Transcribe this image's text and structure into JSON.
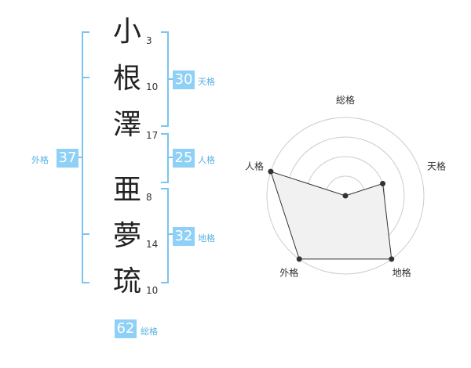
{
  "characters": [
    {
      "char": "小",
      "strokes": "3"
    },
    {
      "char": "根",
      "strokes": "10"
    },
    {
      "char": "澤",
      "strokes": "17"
    },
    {
      "char": "亜",
      "strokes": "8"
    },
    {
      "char": "夢",
      "strokes": "14"
    },
    {
      "char": "琉",
      "strokes": "10"
    }
  ],
  "fortunes": {
    "tenkaku": {
      "value": "30",
      "label": "天格"
    },
    "jinkaku": {
      "value": "25",
      "label": "人格"
    },
    "chikaku": {
      "value": "32",
      "label": "地格"
    },
    "gaikaku": {
      "value": "37",
      "label": "外格"
    },
    "soukaku": {
      "value": "62",
      "label": "総格"
    }
  },
  "chart_data": {
    "type": "radar",
    "axes": [
      "総格",
      "天格",
      "地格",
      "外格",
      "人格"
    ],
    "values": [
      0.0,
      0.5,
      1.0,
      1.0,
      1.0
    ],
    "rings": 4,
    "colors": {
      "fill": "#f1f1f1",
      "stroke": "#333333",
      "grid": "#cccccc"
    }
  }
}
